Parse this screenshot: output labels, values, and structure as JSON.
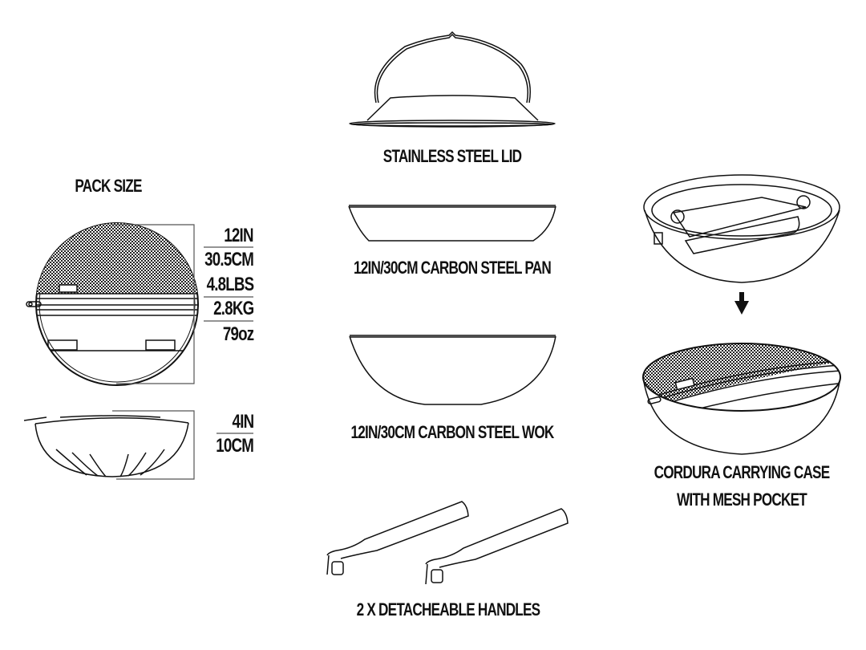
{
  "pack_size": {
    "title": "PACK SIZE",
    "top_view_dims": [
      "12IN",
      "30.5CM",
      "4.8LBS",
      "2.8KG",
      "79oz"
    ],
    "side_view_dims": [
      "4IN",
      "10CM"
    ]
  },
  "components": [
    {
      "id": "lid",
      "label": "STAINLESS STEEL LID",
      "icon": "lid-icon"
    },
    {
      "id": "pan",
      "label": "12IN/30CM CARBON STEEL PAN",
      "icon": "pan-icon"
    },
    {
      "id": "wok",
      "label": "12IN/30CM CARBON STEEL WOK",
      "icon": "wok-icon"
    },
    {
      "id": "handles",
      "label": "2 X DETACHEABLE HANDLES",
      "icon": "handles-icon"
    }
  ],
  "case": {
    "label_line1": "CORDURA CARRYING CASE",
    "label_line2": "WITH MESH POCKET",
    "arrow": "down-arrow-icon"
  },
  "colors": {
    "stroke": "#111111",
    "background": "#ffffff"
  }
}
